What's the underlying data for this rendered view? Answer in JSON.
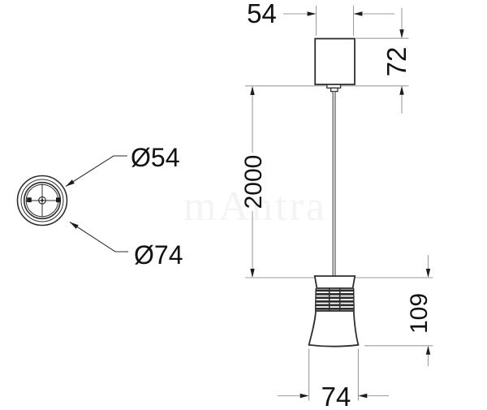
{
  "drawing": {
    "type": "technical-dimension-drawing",
    "subject": "pendant-lamp",
    "watermark": "mAntra",
    "colors": {
      "outline": "#2e2e2e",
      "dimension_lines": "#9e9e9e",
      "arrowheads": "#1c1c1c",
      "dimension_text": "#111111",
      "watermark": "#f4f4f4",
      "background": "#ffffff"
    },
    "top_view": {
      "inner_diameter_label": "Ø54",
      "outer_diameter_label": "Ø74"
    },
    "front_view": {
      "canopy_width": "54",
      "canopy_height": "72",
      "suspension_length": "2000",
      "shade_height": "109",
      "shade_diameter": "74"
    }
  }
}
